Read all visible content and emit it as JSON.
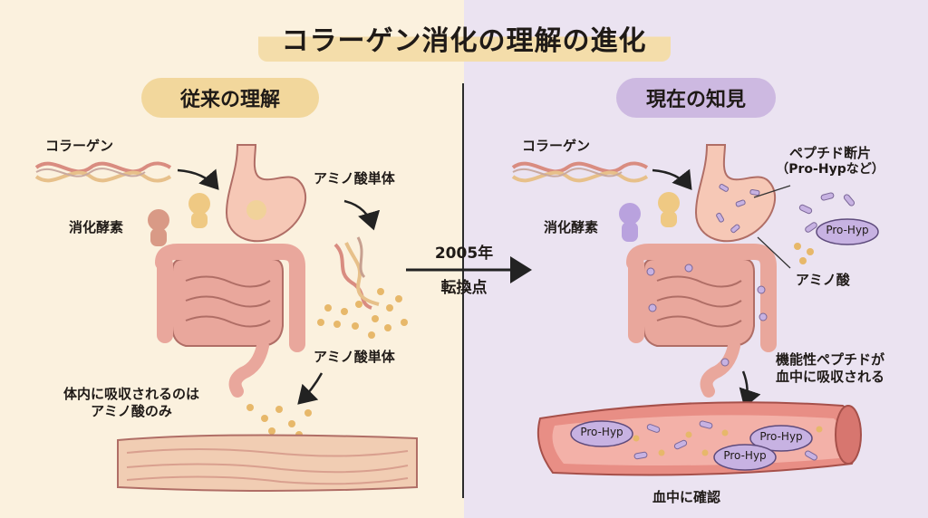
{
  "title": "コラーゲン消化の理解の進化",
  "left": {
    "heading": "従来の理解",
    "labels": {
      "collagen": "コラーゲン",
      "enzyme": "消化酵素",
      "amino_top": "アミノ酸単体",
      "amino_bottom": "アミノ酸単体",
      "absorbed_line1": "体内に吸収されるのは",
      "absorbed_line2": "アミノ酸のみ"
    }
  },
  "center": {
    "year": "2005年",
    "turning": "転換点"
  },
  "right": {
    "heading": "現在の知見",
    "labels": {
      "collagen": "コラーゲン",
      "enzyme": "消化酵素",
      "peptide_line1": "ペプチド断片",
      "peptide_line2": "（Pro-Hypなど）",
      "amino": "アミノ酸",
      "functional_line1": "機能性ペプチドが",
      "functional_line2": "血中に吸収される",
      "confirmed": "血中に確認"
    },
    "tags": [
      "Pro-Hyp",
      "Pro-Hyp",
      "Pro-Hyp",
      "Pro-Hyp"
    ]
  },
  "colors": {
    "left_bg": "#fbf1de",
    "right_bg": "#ebe3f1",
    "intestine": "#e9a79c",
    "stomach": "#f6c8b6",
    "dots": "#e7b86a",
    "peptide_fill": "#c7b2e2",
    "vessel": "#e88e85"
  },
  "icons": [
    "dna-helix-icon",
    "stomach-icon",
    "intestine-icon",
    "enzyme-character-icon",
    "blood-vessel-icon",
    "arrow-right-icon"
  ]
}
